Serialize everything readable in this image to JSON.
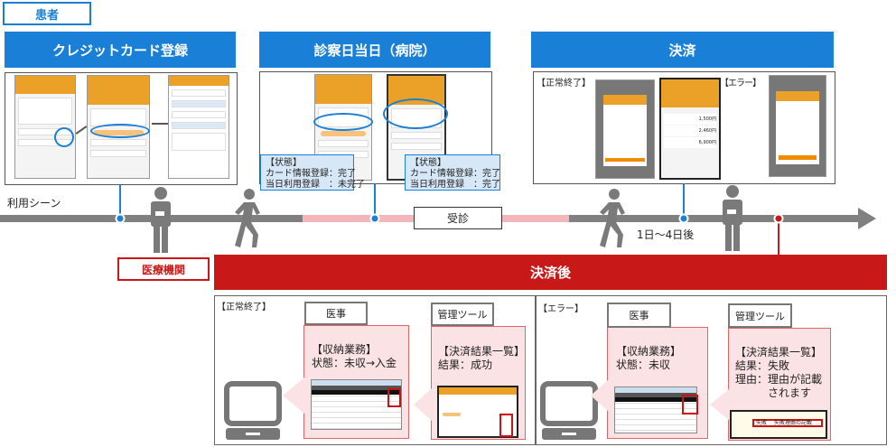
{
  "patient_label": "患者",
  "sections": {
    "card_registration": "クレジットカード登録",
    "visit_day": "診察日当日（病院）",
    "payment": "決済"
  },
  "visit_callouts": [
    {
      "text": "【状態】\nカード情報登録：完了\n当日利用登録　：未完了"
    },
    {
      "text": "【状態】\nカード情報登録：完了\n当日利用登録　：完了"
    }
  ],
  "payment_labels": {
    "normal": "【正常終了】",
    "error": "【エラー】"
  },
  "payment_amounts": [
    "1,500円",
    "2,460円",
    "6,900円"
  ],
  "timeline": {
    "usage_scene": "利用シーン",
    "consultation": "受診",
    "days_after": "1日〜4日後"
  },
  "medical_institution": "医療機関",
  "after_payment": "決済後",
  "bottom": {
    "normal": {
      "label": "【正常終了】",
      "medical_tab": "医事",
      "medical_text": "【収納業務】\n状態：未収→入金",
      "tool_tab": "管理ツール",
      "tool_text": "【決済結果一覧】\n結果：成功"
    },
    "error": {
      "label": "【エラー】",
      "medical_tab": "医事",
      "medical_text": "【収納業務】\n状態：未収",
      "tool_tab": "管理ツール",
      "tool_text": "【決済結果一覧】\n結果：失敗\n理由：理由が記載\n　　　されます",
      "shot_fail": "失敗",
      "shot_reason": "失敗理由の記載"
    }
  },
  "colors": {
    "blue": "#1a7fd6",
    "red": "#c81818",
    "gray": "#808080",
    "pink": "#f2b6bb"
  }
}
